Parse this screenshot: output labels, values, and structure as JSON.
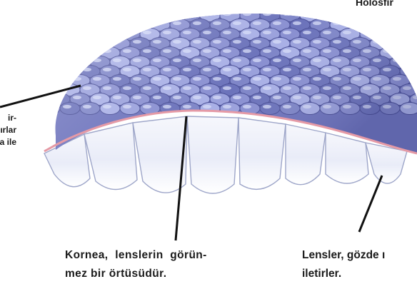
{
  "labels": {
    "top_right_cut": "Holosfir",
    "left_cut": [
      "ir-",
      "ırlar",
      "a ile"
    ],
    "cornea_caption": [
      "Kornea, lenslerin görün-",
      "mez bir örtüsüdür."
    ],
    "lens_caption": [
      "Lensler, gözde ı",
      "iletirler."
    ]
  },
  "colors": {
    "facet_blue": "#7f86c8",
    "facet_highlight": "#d7dcf7",
    "cornea_line": "#e59aa6",
    "lens_cell": "#f2f4fb",
    "leader_line": "#111111",
    "text": "#1a1a1a"
  }
}
